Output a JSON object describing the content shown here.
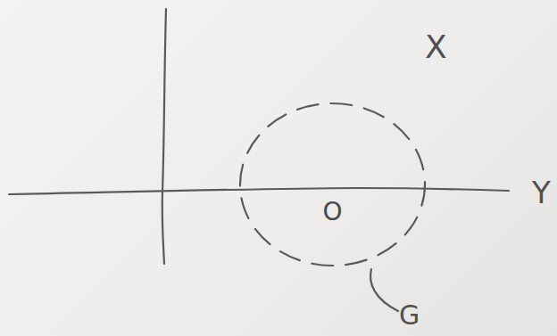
{
  "diagram": {
    "nodes": [
      {
        "text": [
          "O"
        ]
      }
    ],
    "labels": [
      "X",
      "Y",
      "G"
    ]
  }
}
